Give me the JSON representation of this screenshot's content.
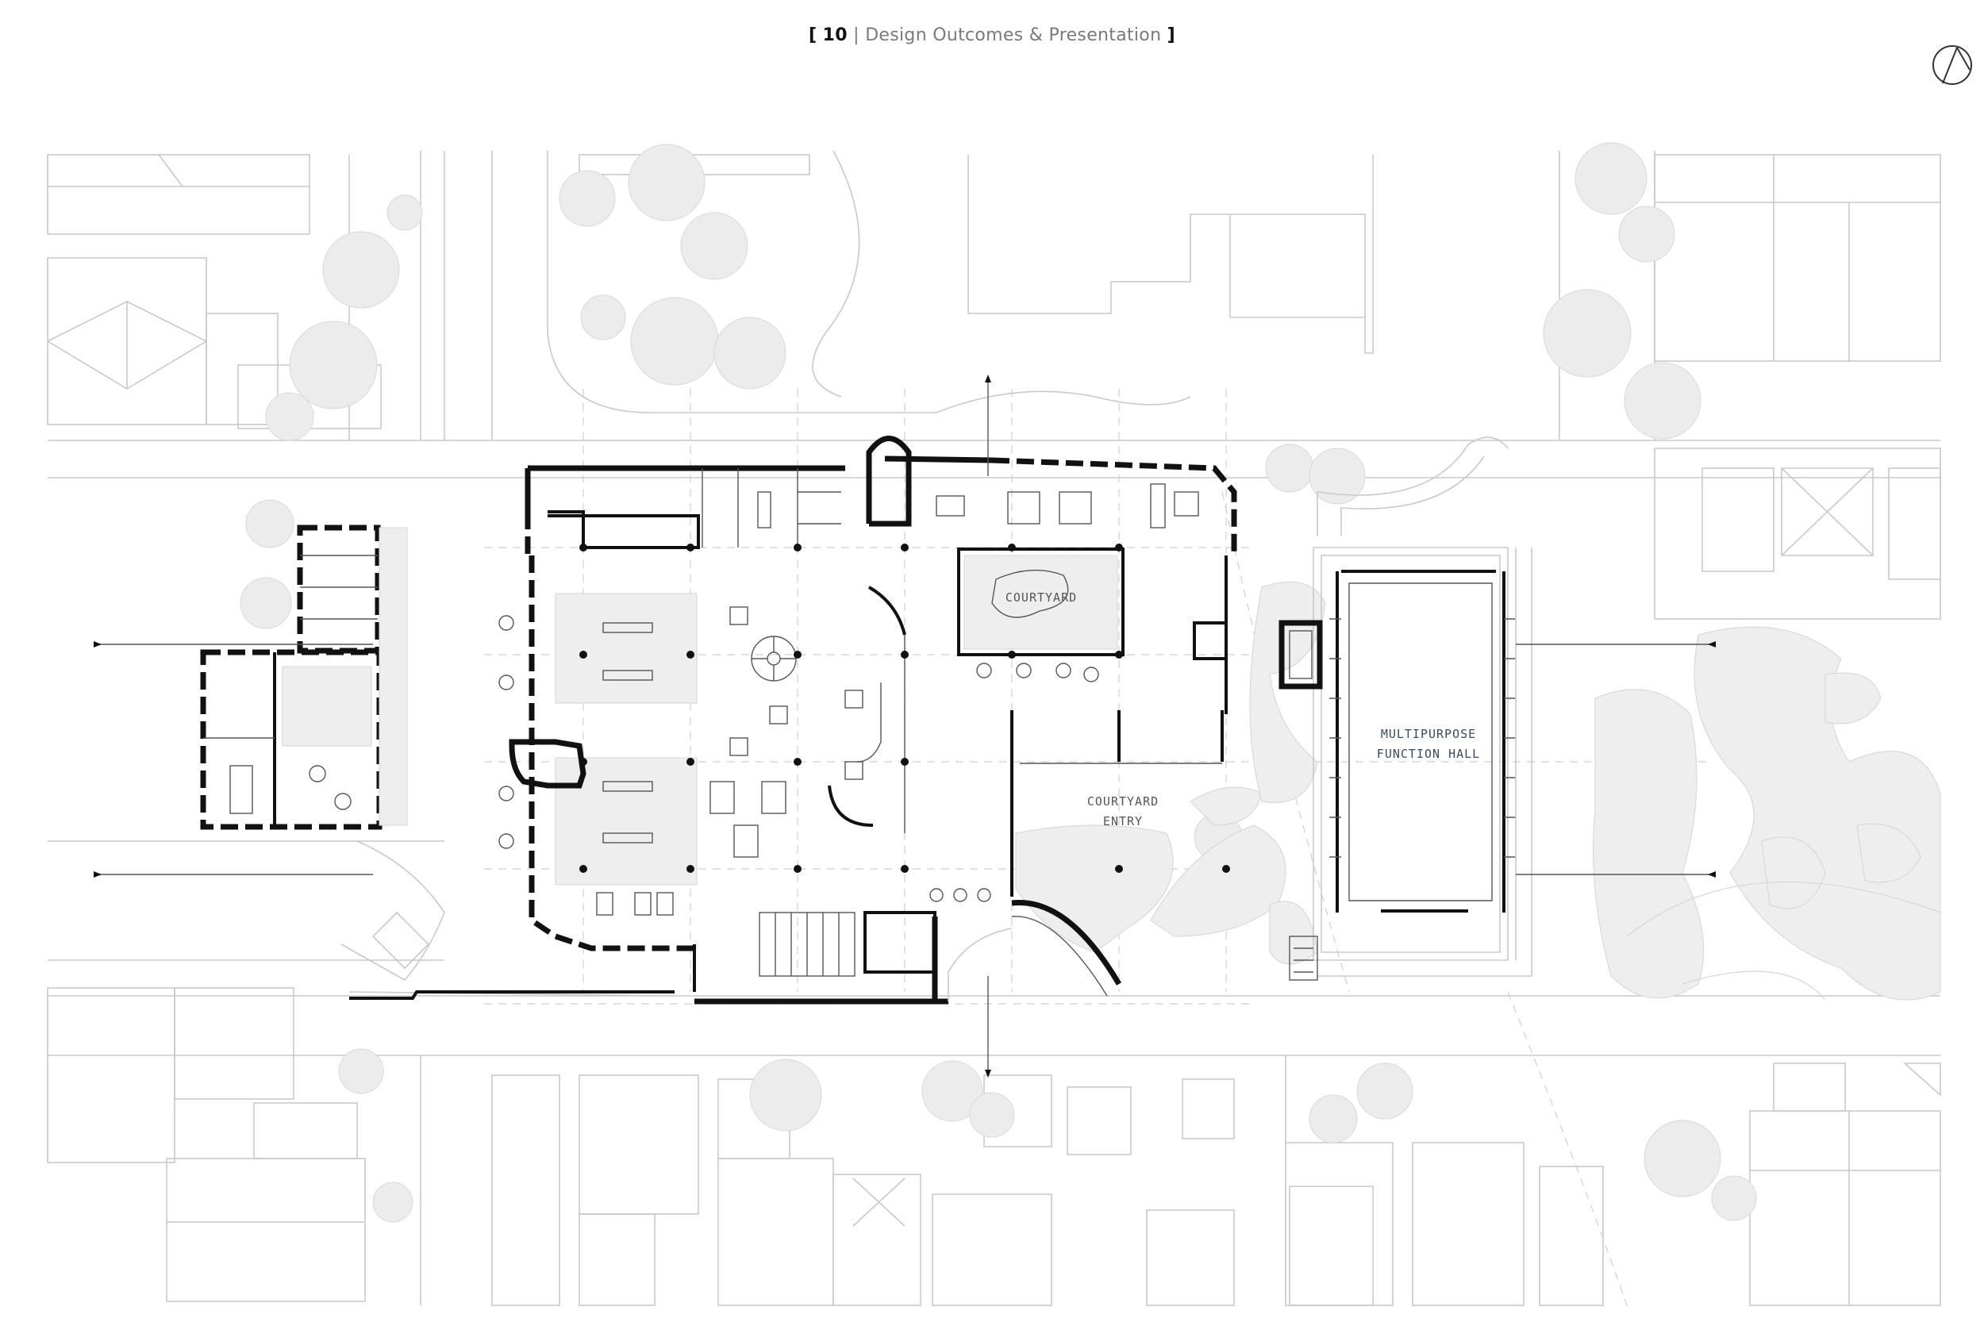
{
  "header": {
    "open_bracket": "[",
    "page_number": "10",
    "separator": "|",
    "section_title": "Design Outcomes & Presentation",
    "close_bracket": "]"
  },
  "labels": {
    "courtyard": "COURTYARD",
    "courtyard_entry_line1": "COURTYARD",
    "courtyard_entry_line2": "ENTRY",
    "hall_line1": "MULTIPURPOSE",
    "hall_line2": "FUNCTION HALL"
  },
  "icons": [
    "north-arrow-icon",
    "section-marker-icon"
  ],
  "colors": {
    "wall": "#111111",
    "context": "#c9c9c9",
    "label": "#3a4a5e"
  }
}
